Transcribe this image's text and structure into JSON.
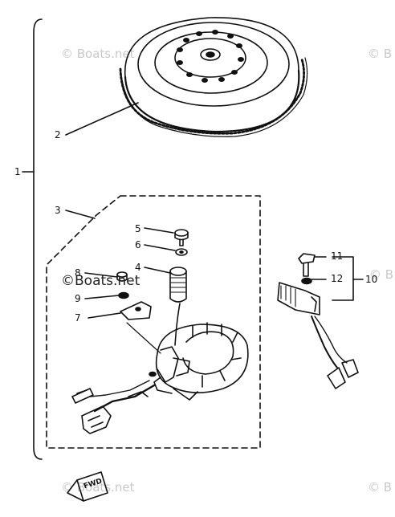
{
  "callouts": {
    "c1": "1",
    "c2": "2",
    "c3": "3",
    "c4": "4",
    "c5": "5",
    "c6": "6",
    "c7": "7",
    "c8": "8",
    "c9": "9",
    "c10": "10",
    "c11": "11",
    "c12": "12"
  },
  "watermark": {
    "text": "© Boats.net",
    "center_text": "©Boats.net",
    "right_edge_text": "© B"
  },
  "fwd_label": "FWD",
  "colors": {
    "ink": "#111111",
    "watermark": "#c9c9c9"
  }
}
